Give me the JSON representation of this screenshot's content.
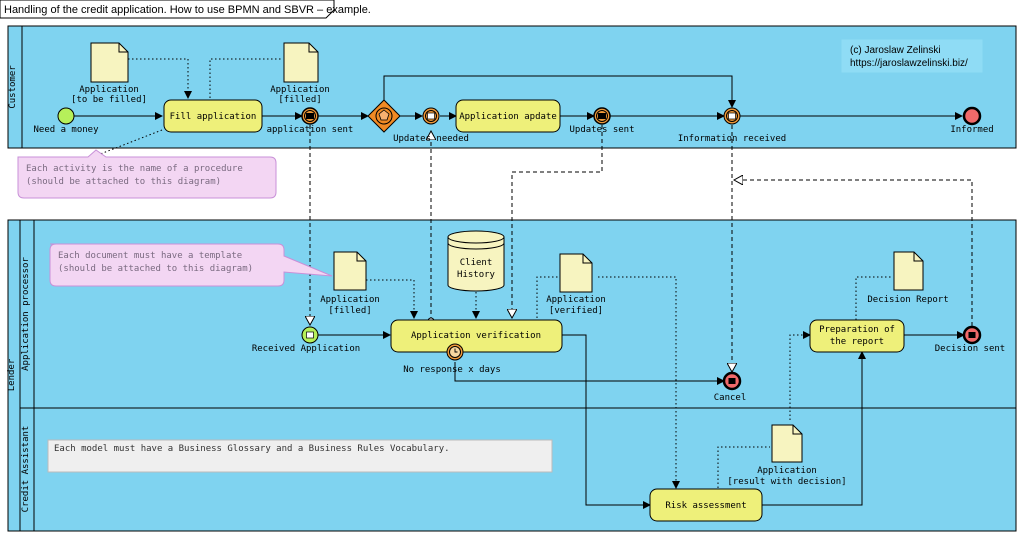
{
  "diagram": {
    "title": "Handling of the credit application. How to use BPMN and SBVR – example.",
    "copyright": "(c) Jaroslaw Zelinski",
    "url": "https://jaroslawzelinski.biz/",
    "pools": {
      "customer": "Customer",
      "lender": "Lender",
      "lanes": {
        "processor": "Application processor",
        "assistant": "Credit Assistant"
      }
    },
    "customer": {
      "doc_to_fill": [
        "Application",
        "[to be filled]"
      ],
      "doc_filled": [
        "Application",
        "[filled]"
      ],
      "start": "Need a money",
      "task_fill": "Fill application",
      "event_sent": "application sent",
      "event_updates_needed": "Updates needed",
      "task_update": "Application apdate",
      "event_updates_sent": "Updates sent",
      "event_info_received": "Information received",
      "end": "Informed"
    },
    "processor": {
      "doc_filled": [
        "Application",
        "[filled]"
      ],
      "db": [
        "Client",
        "History"
      ],
      "doc_verified": [
        "Application",
        "[verified]"
      ],
      "doc_report": "Decision Report",
      "event_received": "Received Application",
      "task_verify": "Application verification",
      "timer": "No response x days",
      "end_cancel": "Cancel",
      "task_report": [
        "Preparation of",
        "the report"
      ],
      "end_decision": "Decision sent"
    },
    "assistant": {
      "doc_decision": [
        "Application",
        "[result with decision]"
      ],
      "task_risk": "Risk assessment"
    },
    "notes": {
      "activity": [
        "Each activity is the name of a procedure",
        "(should be attached to this diagram)"
      ],
      "document": [
        "Each document must have a template",
        "(should be attached to this diagram)"
      ],
      "glossary": "Each model must have a Business Glossary and a Business Rules Vocabulary."
    },
    "colors": {
      "pool": "#7fd3f0",
      "task": "#eef07a",
      "document": "#f7f4c0",
      "gateway": "#f08a24",
      "start": "#b6f05a",
      "end": "#f06a6a",
      "note": "#f3d6f3",
      "note_border": "#c890d8"
    }
  }
}
